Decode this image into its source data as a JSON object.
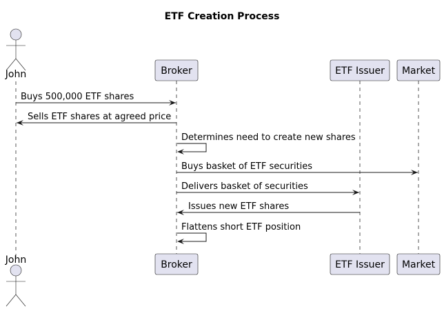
{
  "diagram": {
    "title": "ETF Creation Process",
    "participants": [
      {
        "id": "john",
        "label": "John",
        "kind": "actor"
      },
      {
        "id": "broker",
        "label": "Broker",
        "kind": "participant"
      },
      {
        "id": "issuer",
        "label": "ETF Issuer",
        "kind": "participant"
      },
      {
        "id": "market",
        "label": "Market",
        "kind": "participant"
      }
    ],
    "messages": [
      {
        "from": "john",
        "to": "broker",
        "label": "Buys 500,000 ETF shares"
      },
      {
        "from": "broker",
        "to": "john",
        "label": "Sells ETF shares at agreed price"
      },
      {
        "from": "broker",
        "to": "broker",
        "label": "Determines need to create new shares"
      },
      {
        "from": "broker",
        "to": "market",
        "label": "Buys basket of ETF securities"
      },
      {
        "from": "broker",
        "to": "issuer",
        "label": "Delivers basket of securities"
      },
      {
        "from": "issuer",
        "to": "broker",
        "label": "Issues new ETF shares"
      },
      {
        "from": "broker",
        "to": "broker",
        "label": "Flattens short ETF position"
      }
    ]
  }
}
